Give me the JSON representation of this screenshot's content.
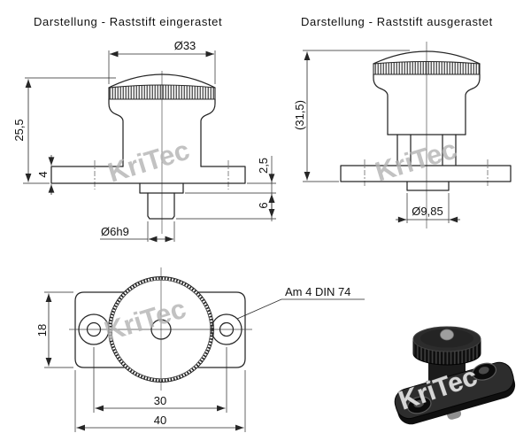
{
  "watermark": {
    "text": "KriTec",
    "color": "#b3b3b3"
  },
  "left_view": {
    "title": "Darstellung - Raststift eingerastet",
    "dims": {
      "knob_diameter": "Ø33",
      "total_height": "25,5",
      "flange_thickness": "4",
      "boss_height": "2,5",
      "pin_protrusion": "6",
      "pin_diameter": "Ø6h9"
    }
  },
  "right_view": {
    "title": "Darstellung - Raststift ausgerastet",
    "dims": {
      "total_height": "(31,5)",
      "boss_diameter": "Ø9,85"
    }
  },
  "bottom_view": {
    "dims": {
      "plate_depth": "18",
      "hole_spacing": "30",
      "plate_width": "40"
    },
    "callout": "Am 4 DIN 74"
  },
  "colors": {
    "line": "#262626",
    "text": "#111111",
    "render_body": "#1d1d1d",
    "render_pin": "#9e9e9e"
  }
}
